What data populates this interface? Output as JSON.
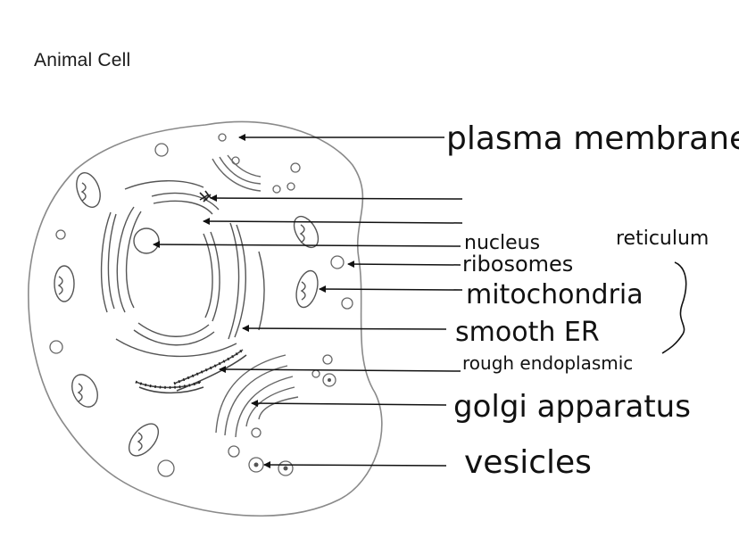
{
  "title": "Animal Cell",
  "labels": {
    "plasma_membrane": "plasma membrane",
    "nucleus": "nucleus",
    "reticulum": "reticulum",
    "ribosomes": "ribosomes",
    "mitochondria": "mitochondria",
    "smooth_er": "smooth ER",
    "rough_er": "rough endoplasmic",
    "golgi": "golgi apparatus",
    "vesicles": "vesicles"
  },
  "colors": {
    "outline": "#8a8a8a",
    "ink": "#111111"
  }
}
